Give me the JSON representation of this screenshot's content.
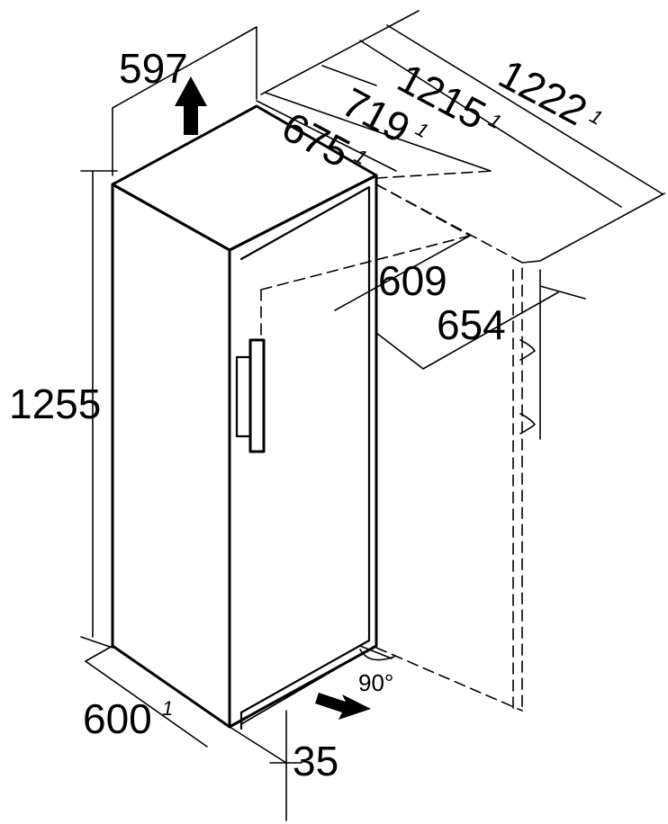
{
  "dimensions": {
    "width": "597",
    "height": "1255",
    "depth": "600",
    "foot_height": "35",
    "door_open_depth_a": "675",
    "door_open_depth_b": "719",
    "open_depth_c": "1215",
    "open_depth_d": "1222",
    "niche_depth_a": "609",
    "niche_depth_b": "654",
    "door_angle": "90°",
    "footnote_marker": "1"
  },
  "icons": {
    "airflow_up": "arrow-up-icon",
    "airflow_in": "arrow-in-icon",
    "door_handle": "handle-icon",
    "hinge_marks": "hinge-icon"
  },
  "colors": {
    "line": "#000000",
    "background": "#ffffff"
  }
}
